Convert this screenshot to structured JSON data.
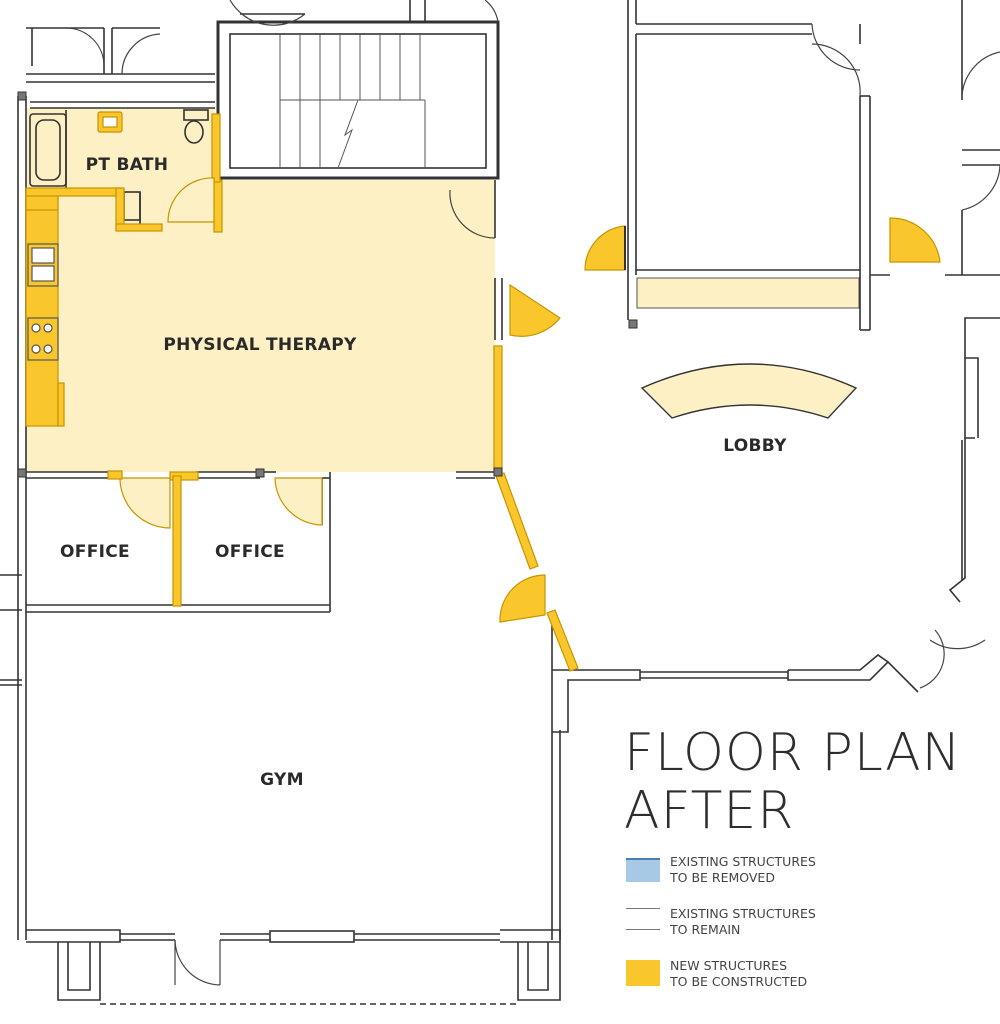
{
  "colors": {
    "new_fill": "#f9c62c",
    "new_stroke": "#d9a400",
    "area_fill": "#fdf0c4",
    "removed_fill": "#a8c9e6",
    "removed_stroke": "#4a7fb4",
    "wall": "#333333"
  },
  "rooms": {
    "pt_bath": "PT BATH",
    "physical_therapy": "PHYSICAL THERAPY",
    "lobby": "LOBBY",
    "office_left": "OFFICE",
    "office_right": "OFFICE",
    "gym": "GYM"
  },
  "title": {
    "line1": "FLOOR PLAN",
    "line2": "AFTER"
  },
  "legend": [
    {
      "key": "removed",
      "line1": "EXISTING STRUCTURES",
      "line2": "TO BE REMOVED"
    },
    {
      "key": "remain",
      "line1": "EXISTING STRUCTURES",
      "line2": "TO REMAIN"
    },
    {
      "key": "new",
      "line1": "NEW STRUCTURES",
      "line2": "TO BE CONSTRUCTED"
    }
  ]
}
